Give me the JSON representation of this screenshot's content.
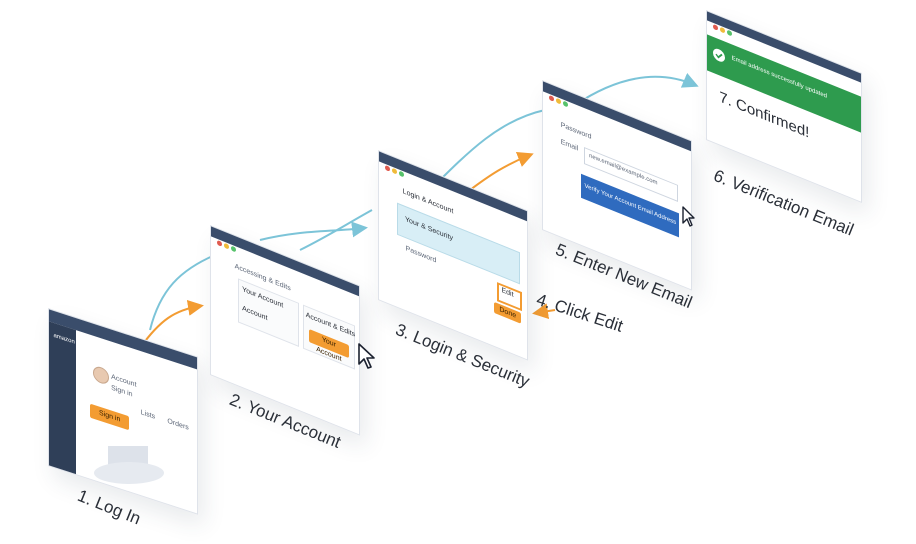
{
  "steps": [
    {
      "label": "1. Log In",
      "logo": "amazon",
      "mini": [
        "Account",
        "Sign in",
        "Lists",
        "Orders"
      ],
      "button": "Sign in"
    },
    {
      "label": "2. Your Account",
      "heading": "Accessing & Edits",
      "card1": "Your Account",
      "card2": "Account & Edits",
      "card3": "Account",
      "button": "Your Account"
    },
    {
      "label": "3. Login & Security",
      "heading": "Login & Account",
      "row1": "Your & Security",
      "row2": "Password",
      "edit": "Edit",
      "button": "Done"
    },
    {
      "label": "4. Click Edit"
    },
    {
      "label": "5. Enter New Email",
      "field1": "Password",
      "field2": "Email",
      "value": "new.email@example.com",
      "button": "Verify Your Account Email Address"
    },
    {
      "label": "6. Verification Email"
    },
    {
      "label": "7. Confirmed!",
      "banner": "Email address successfully updated"
    }
  ],
  "colors": {
    "chrome": "#3a4d6b",
    "orange": "#f39c32",
    "blue": "#2f6bbf",
    "teal_arrow": "#7cc4d8",
    "orange_arrow": "#f39c32",
    "green": "#2e9b4e"
  },
  "icons": [
    "cursor-icon",
    "check-icon",
    "user-icon",
    "shield-icon"
  ]
}
